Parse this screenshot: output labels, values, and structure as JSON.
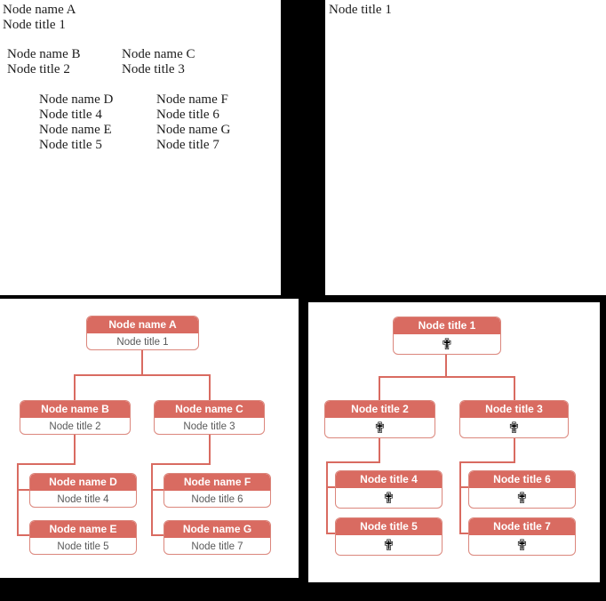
{
  "colors": {
    "page_bg": "#000000",
    "panel_bg": "#ffffff",
    "node_header_bg": "#d96b61",
    "node_border": "#db867c",
    "connector": "#d96b61",
    "node_header_text": "#ffffff",
    "node_body_text": "#595959",
    "outline_text": "#1c1c1c"
  },
  "outline_panel": {
    "block_a": {
      "lines": [
        "Node name A",
        "Node title 1"
      ]
    },
    "block_b": {
      "lines": [
        "Node name B",
        "Node title 2"
      ]
    },
    "block_c": {
      "lines": [
        "Node name C",
        "Node title 3"
      ]
    },
    "block_de": {
      "lines": [
        "Node name D",
        "Node title 4",
        "Node name E",
        "Node title 5"
      ]
    },
    "block_fg": {
      "lines": [
        "Node name F",
        "Node title 6",
        "Node name G",
        "Node title 7"
      ]
    }
  },
  "title_panel": {
    "text": "Node title 1"
  },
  "name_chart": {
    "type": "org-tree",
    "nodes": [
      {
        "header": "Node name A",
        "body": "Node title 1"
      },
      {
        "header": "Node name B",
        "body": "Node title 2"
      },
      {
        "header": "Node name C",
        "body": "Node title 3"
      },
      {
        "header": "Node name D",
        "body": "Node title 4"
      },
      {
        "header": "Node name E",
        "body": "Node title 5"
      },
      {
        "header": "Node name F",
        "body": "Node title 6"
      },
      {
        "header": "Node name G",
        "body": "Node title 7"
      }
    ],
    "hierarchy": {
      "A": [
        "B",
        "C"
      ],
      "B": [
        "D",
        "E"
      ],
      "C": [
        "F",
        "G"
      ]
    }
  },
  "title_chart": {
    "type": "org-tree",
    "cross_icon": "✟",
    "nodes": [
      {
        "header": "Node title 1"
      },
      {
        "header": "Node title 2"
      },
      {
        "header": "Node title 3"
      },
      {
        "header": "Node title 4"
      },
      {
        "header": "Node title 5"
      },
      {
        "header": "Node title 6"
      },
      {
        "header": "Node title 7"
      }
    ],
    "hierarchy": {
      "1": [
        "2",
        "3"
      ],
      "2": [
        "4",
        "5"
      ],
      "3": [
        "6",
        "7"
      ]
    }
  }
}
